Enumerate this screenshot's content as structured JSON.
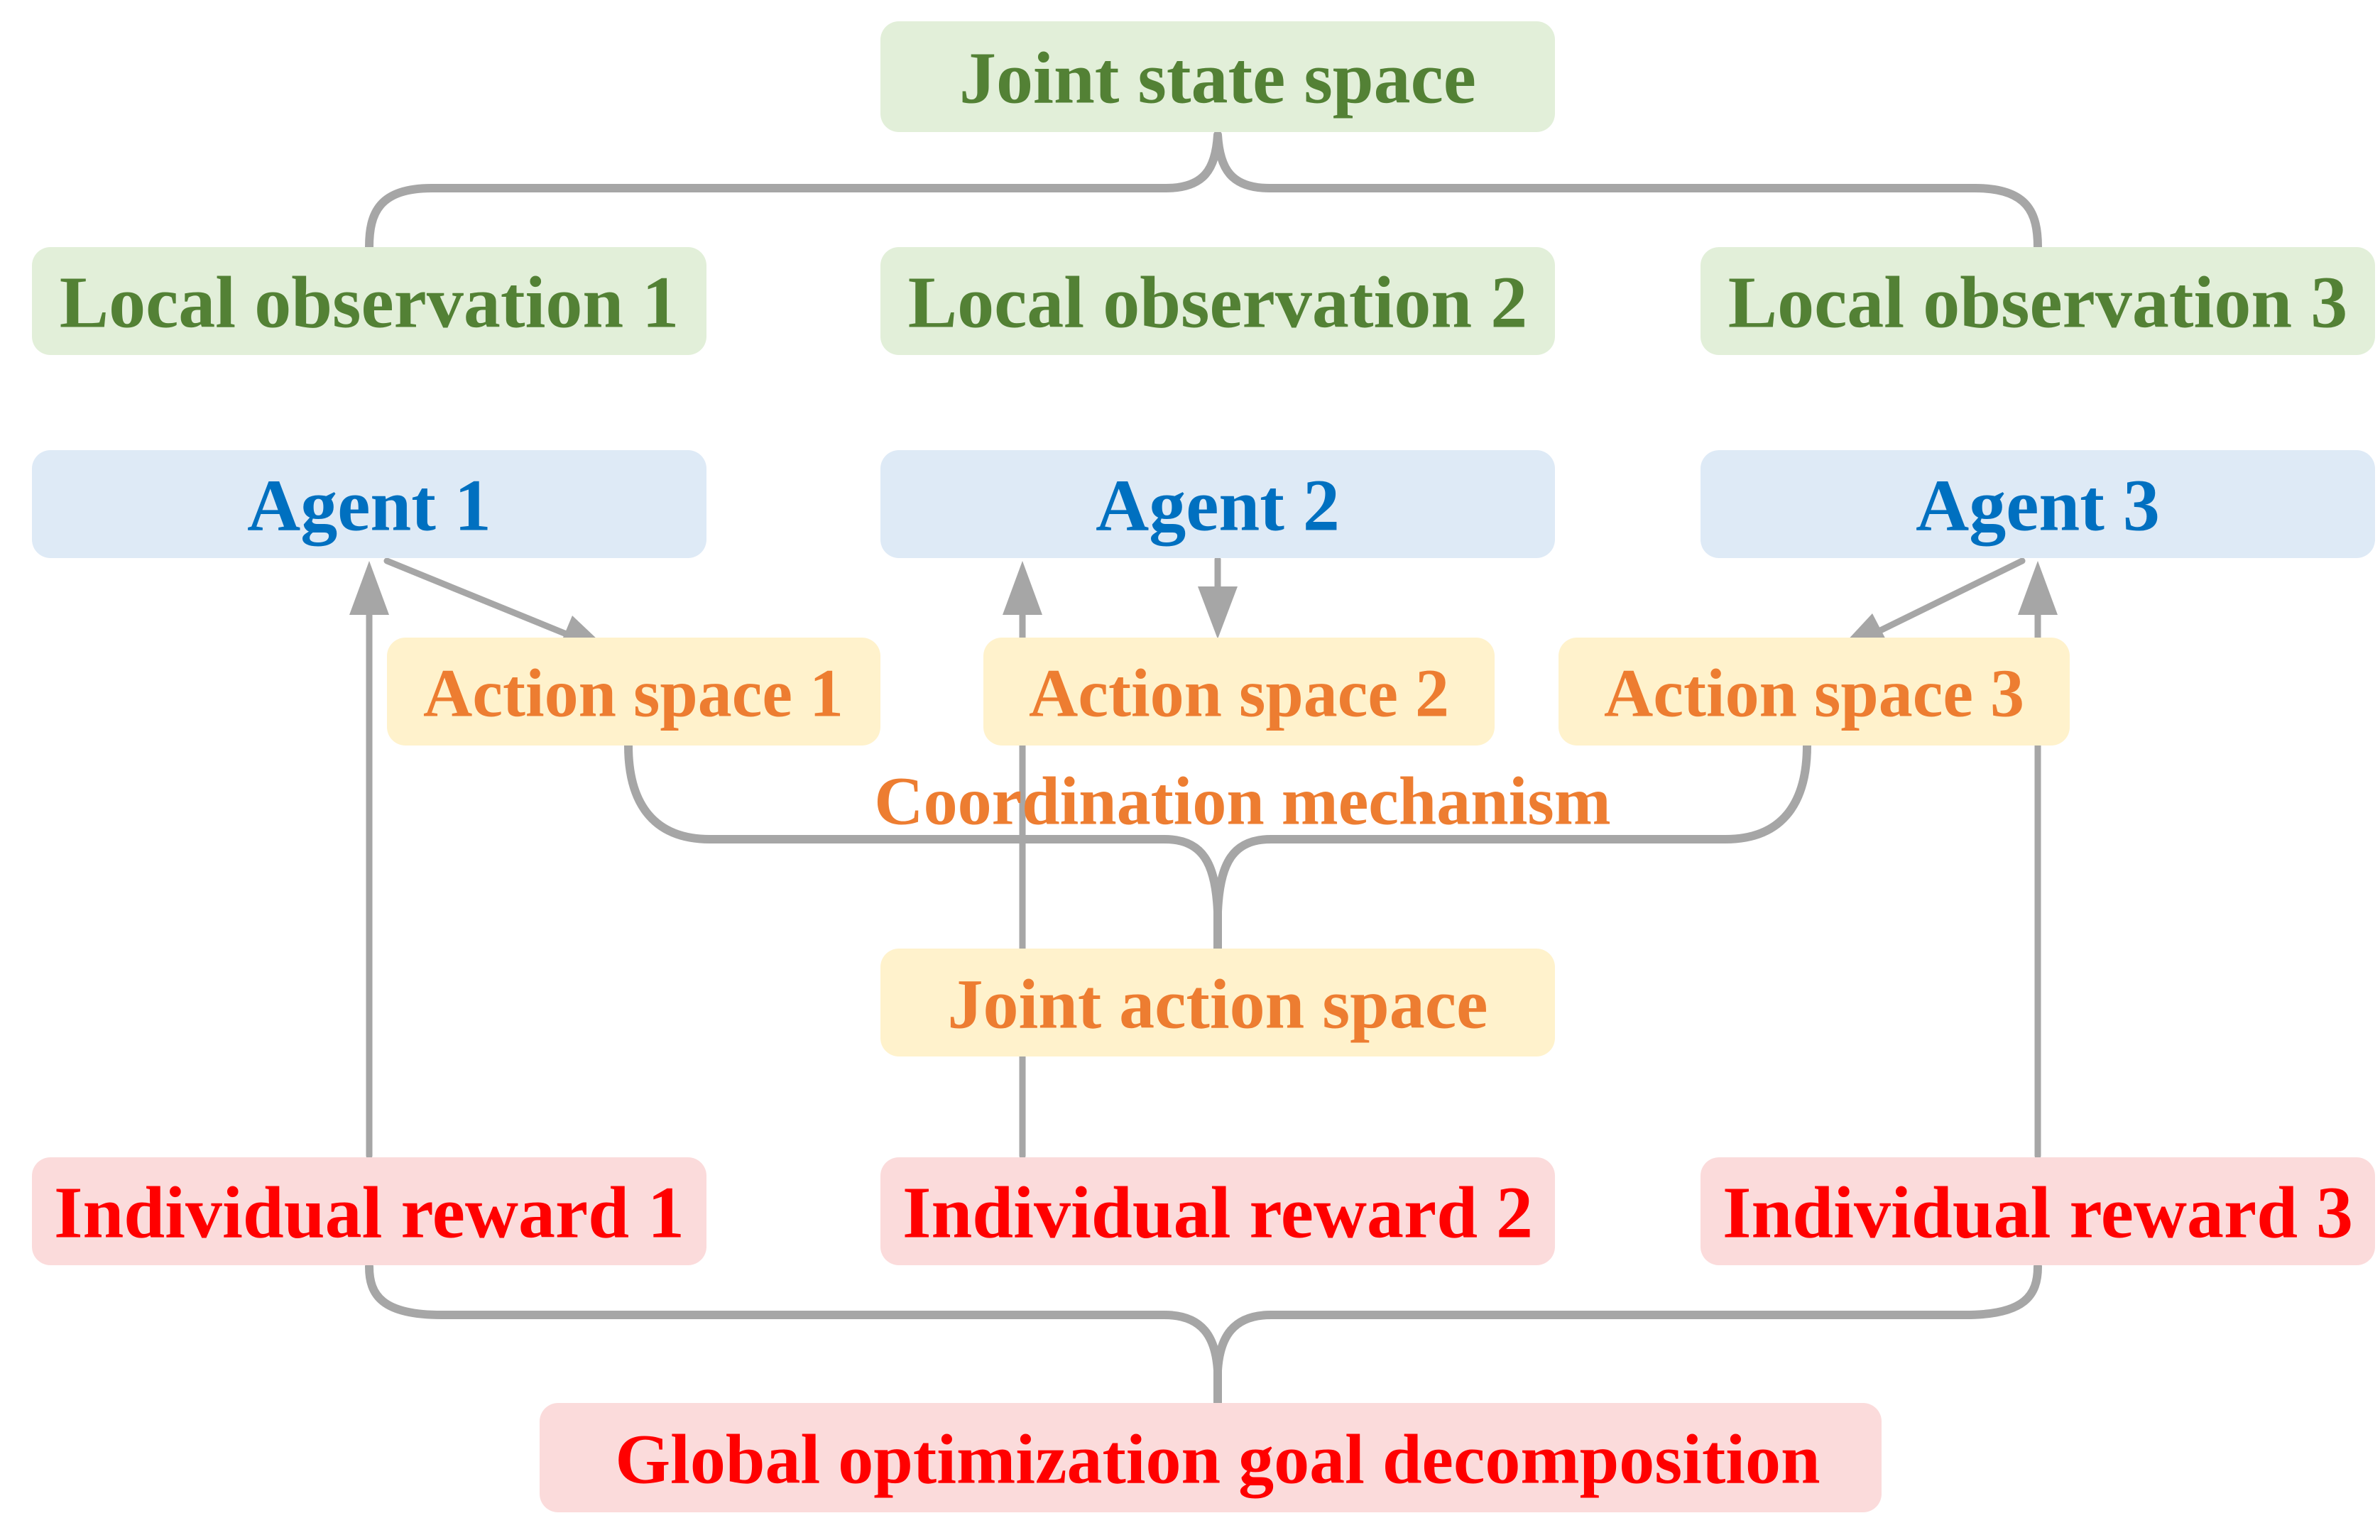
{
  "diagram": {
    "nodes": {
      "joint_state_space": {
        "label": "Joint state space"
      },
      "local_observation_1": {
        "label": "Local observation 1"
      },
      "local_observation_2": {
        "label": "Local observation 2"
      },
      "local_observation_3": {
        "label": "Local observation 3"
      },
      "agent_1": {
        "label": "Agent 1"
      },
      "agent_2": {
        "label": "Agent 2"
      },
      "agent_3": {
        "label": "Agent 3"
      },
      "action_space_1": {
        "label": "Action space 1"
      },
      "action_space_2": {
        "label": "Action space 2"
      },
      "action_space_3": {
        "label": "Action space 3"
      },
      "coordination_mechanism": {
        "label": "Coordination mechanism"
      },
      "joint_action_space": {
        "label": "Joint action space"
      },
      "individual_reward_1": {
        "label": "Individual reward 1"
      },
      "individual_reward_2": {
        "label": "Individual reward 2"
      },
      "individual_reward_3": {
        "label": "Individual reward 3"
      },
      "global_goal": {
        "label": "Global optimization goal decomposition"
      }
    },
    "colors": {
      "state_fill": "#E2EFD9",
      "state_text": "#538135",
      "agent_fill": "#DEEAF6",
      "agent_text": "#0070C0",
      "action_fill": "#FFF2CC",
      "action_text": "#ED7D31",
      "reward_fill": "#FBDBDB",
      "reward_text": "#FF0000",
      "connector": "#A6A6A6"
    }
  }
}
